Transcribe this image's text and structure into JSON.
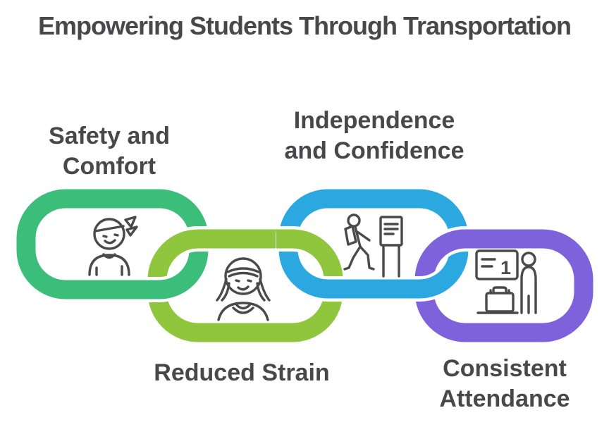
{
  "title": "Empowering Students Through Transportation",
  "colors": {
    "background": "#ffffff",
    "text": "#48484a",
    "icon_stroke": "#4a4a4a",
    "link_outline": "#ffffff"
  },
  "links": [
    {
      "name": "safety-and-comfort",
      "label_line1": "Safety and",
      "label_line2": "Comfort",
      "color": "#3cbe7b",
      "icon": "girl-student-icon"
    },
    {
      "name": "reduced-strain",
      "label_line1": "Reduced Strain",
      "label_line2": "",
      "color": "#90c63e",
      "icon": "woman-student-icon"
    },
    {
      "name": "independence-and-confidence",
      "label_line1": "Independence",
      "label_line2": "and Confidence",
      "color": "#2ca8e0",
      "icon": "walking-student-sign-icon"
    },
    {
      "name": "consistent-attendance",
      "label_line1": "Consistent",
      "label_line2": "Attendance",
      "color": "#7e62dc",
      "icon": "checkin-counter-icon"
    }
  ],
  "checkin_screen_text": "1"
}
